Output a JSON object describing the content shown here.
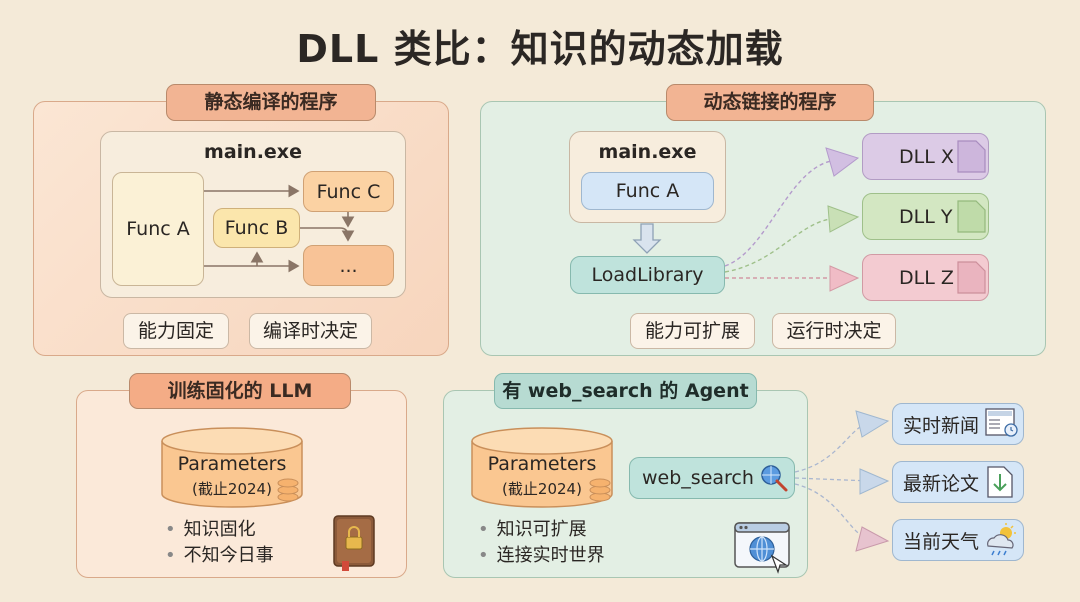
{
  "title": "DLL 类比：知识的动态加载",
  "static_panel": {
    "header": "静态编译的程序",
    "exe_label": "main.exe",
    "func_a": "Func A",
    "func_b": "Func B",
    "func_c": "Func C",
    "func_more": "...",
    "tags": [
      "能力固定",
      "编译时决定"
    ]
  },
  "dynamic_panel": {
    "header": "动态链接的程序",
    "exe_label": "main.exe",
    "func_a": "Func A",
    "loader": "LoadLibrary",
    "dlls": [
      "DLL X",
      "DLL Y",
      "DLL Z"
    ],
    "tags": [
      "能力可扩展",
      "运行时决定"
    ]
  },
  "llm_panel": {
    "header": "训练固化的 LLM",
    "db_label": "Parameters",
    "db_sub": "(截止2024)",
    "bullets": [
      "知识固化",
      "不知今日事"
    ]
  },
  "agent_panel": {
    "header": "有 web_search 的 Agent",
    "db_label": "Parameters",
    "db_sub": "(截止2024)",
    "tool": "web_search",
    "bullets": [
      "知识可扩展",
      "连接实时世界"
    ],
    "outputs": [
      "实时新闻",
      "最新论文",
      "当前天气"
    ]
  },
  "colors": {
    "static_bg": "#f9dfcb",
    "dynamic_bg": "#e3efe4",
    "orange_box": "#fbcf9e",
    "yellow_box": "#fbe7b2",
    "blue_box": "#d5e6f7",
    "teal_box": "#bfe3dc",
    "dll_purple": "#dccbe6",
    "dll_green": "#d3e7c2",
    "dll_pink": "#f3cbd1"
  }
}
